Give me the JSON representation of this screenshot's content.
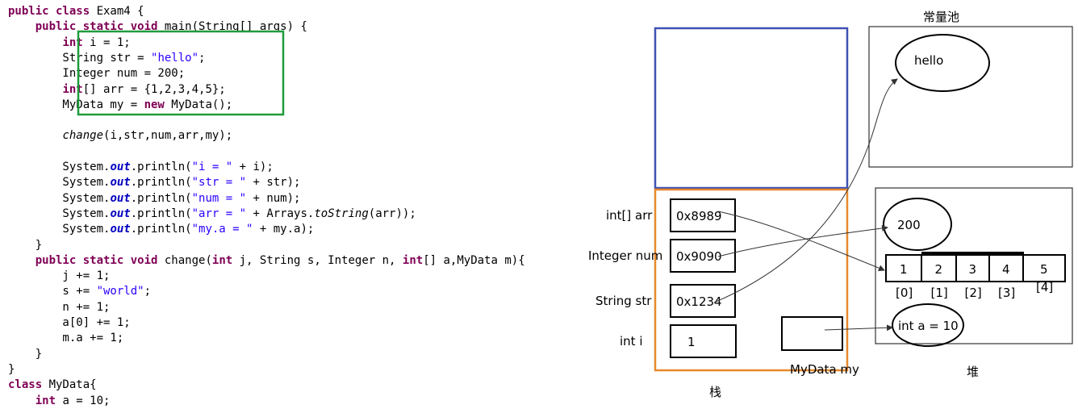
{
  "code": {
    "lines": [
      [
        [
          "kw",
          "public class "
        ],
        [
          "t",
          "Exam4 {"
        ]
      ],
      [
        [
          "t",
          "    "
        ],
        [
          "kw",
          "public static void "
        ],
        [
          "t",
          "main(String[] args) {"
        ]
      ],
      [
        [
          "t",
          "        "
        ],
        [
          "kw",
          "int "
        ],
        [
          "t",
          "i = 1;"
        ]
      ],
      [
        [
          "t",
          "        String str = "
        ],
        [
          "str",
          "\"hello\""
        ],
        [
          "t",
          ";"
        ]
      ],
      [
        [
          "t",
          "        Integer num = 200;"
        ]
      ],
      [
        [
          "t",
          "        "
        ],
        [
          "kw",
          "int"
        ],
        [
          "t",
          "[] arr = {1,2,3,4,5};"
        ]
      ],
      [
        [
          "t",
          "        MyData my = "
        ],
        [
          "kw",
          "new "
        ],
        [
          "t",
          "MyData();"
        ]
      ],
      [
        [
          "t",
          ""
        ]
      ],
      [
        [
          "t",
          "        "
        ],
        [
          "st",
          "change"
        ],
        [
          "t",
          "(i,str,num,arr,my);"
        ]
      ],
      [
        [
          "t",
          ""
        ]
      ],
      [
        [
          "t",
          "        System."
        ],
        [
          "fld",
          "out"
        ],
        [
          "t",
          ".println("
        ],
        [
          "str",
          "\"i = \""
        ],
        [
          "t",
          " + i);"
        ]
      ],
      [
        [
          "t",
          "        System."
        ],
        [
          "fld",
          "out"
        ],
        [
          "t",
          ".println("
        ],
        [
          "str",
          "\"str = \""
        ],
        [
          "t",
          " + str);"
        ]
      ],
      [
        [
          "t",
          "        System."
        ],
        [
          "fld",
          "out"
        ],
        [
          "t",
          ".println("
        ],
        [
          "str",
          "\"num = \""
        ],
        [
          "t",
          " + num);"
        ]
      ],
      [
        [
          "t",
          "        System."
        ],
        [
          "fld",
          "out"
        ],
        [
          "t",
          ".println("
        ],
        [
          "str",
          "\"arr = \""
        ],
        [
          "t",
          " + Arrays."
        ],
        [
          "st",
          "toString"
        ],
        [
          "t",
          "(arr));"
        ]
      ],
      [
        [
          "t",
          "        System."
        ],
        [
          "fld",
          "out"
        ],
        [
          "t",
          ".println("
        ],
        [
          "str",
          "\"my.a = \""
        ],
        [
          "t",
          " + my.a);"
        ]
      ],
      [
        [
          "t",
          "    }"
        ]
      ],
      [
        [
          "t",
          "    "
        ],
        [
          "kw",
          "public static void "
        ],
        [
          "t",
          "change("
        ],
        [
          "kw",
          "int "
        ],
        [
          "t",
          "j, String s, Integer n, "
        ],
        [
          "kw",
          "int"
        ],
        [
          "t",
          "[] a,MyData m){"
        ]
      ],
      [
        [
          "t",
          "        j += 1;"
        ]
      ],
      [
        [
          "t",
          "        s += "
        ],
        [
          "str",
          "\"world\""
        ],
        [
          "t",
          ";"
        ]
      ],
      [
        [
          "t",
          "        n += 1;"
        ]
      ],
      [
        [
          "t",
          "        a[0] += 1;"
        ]
      ],
      [
        [
          "t",
          "        m.a += 1;"
        ]
      ],
      [
        [
          "t",
          "    }"
        ]
      ],
      [
        [
          "t",
          "}"
        ]
      ],
      [
        [
          "kw",
          "class "
        ],
        [
          "t",
          "MyData{"
        ]
      ],
      [
        [
          "t",
          "    "
        ],
        [
          "kw",
          "int "
        ],
        [
          "t",
          "a = 10;"
        ]
      ]
    ]
  },
  "diagram": {
    "pool_title": "常量池",
    "pool_string": "hello",
    "stack_title": "栈",
    "heap_title": "堆",
    "stack_frames": [
      {
        "label": "int[]    arr",
        "value": "0x8989"
      },
      {
        "label": "Integer num",
        "value": "0x9090"
      },
      {
        "label": "String str",
        "value": "0x1234"
      },
      {
        "label": "int  i",
        "value": "1"
      }
    ],
    "mydata_label": "MyData my",
    "heap_integer": "200",
    "array_values": [
      "1",
      "2",
      "3",
      "4",
      "5"
    ],
    "array_indices": [
      "[0]",
      "[1]",
      "[2]",
      "[3]",
      "[4]"
    ],
    "mydata_field": "int a = 10",
    "colors": {
      "main_frame": "#3f51b5",
      "stack_frame": "#e8892a",
      "code_highlight": "#1e9c3d"
    }
  }
}
